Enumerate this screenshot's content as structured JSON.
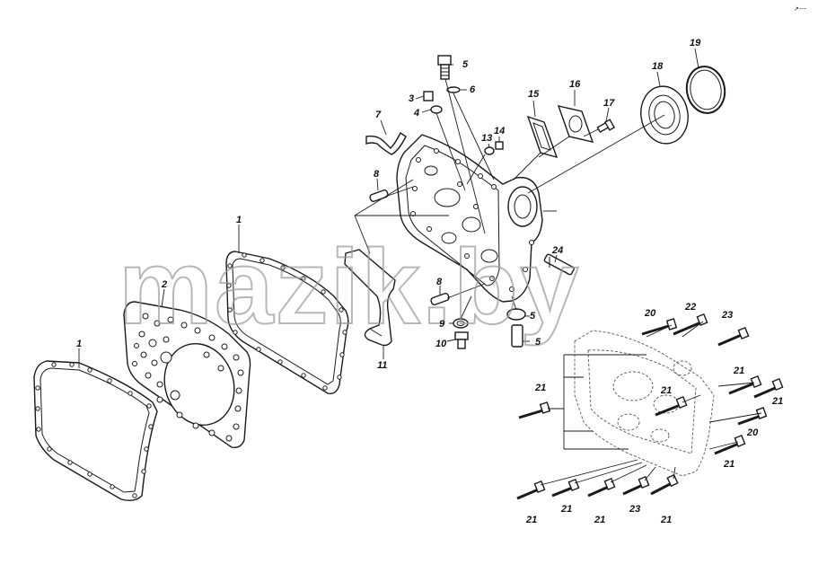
{
  "diagram": {
    "watermark": "mazik.by",
    "corner_mark": "↗−−",
    "callouts": {
      "c1_left": "1",
      "c1_right": "1",
      "c2": "2",
      "c3": "3",
      "c4": "4",
      "c5_top": "5",
      "c5_mid": "5",
      "c5_low": "5",
      "c6": "6",
      "c7": "7",
      "c8_top": "8",
      "c8_low": "8",
      "c9": "9",
      "c10": "10",
      "c11": "11",
      "c13": "13",
      "c14": "14",
      "c15": "15",
      "c16": "16",
      "c17": "17",
      "c18": "18",
      "c19": "19",
      "c20_top": "20",
      "c20_right": "20",
      "c21_a": "21",
      "c21_b": "21",
      "c21_c": "21",
      "c21_d": "21",
      "c21_e": "21",
      "c21_f": "21",
      "c21_g": "21",
      "c21_h": "21",
      "c21_i": "21",
      "c22": "22",
      "c23_top": "23",
      "c23_bottom": "23",
      "c24": "24"
    }
  }
}
